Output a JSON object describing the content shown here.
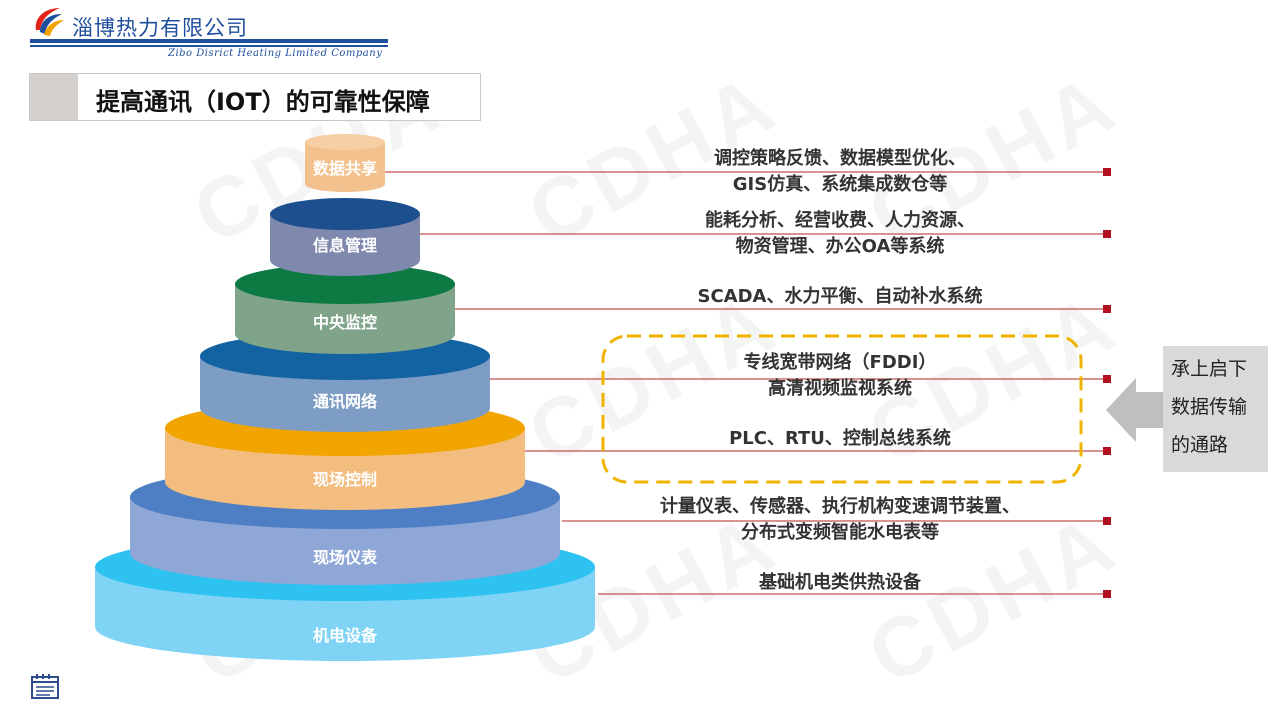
{
  "header": {
    "company_cn": "淄博热力有限公司",
    "company_en": "Zibo Disrict Heating Limited Company"
  },
  "title": "提高通讯（IOT）的可靠性保障",
  "watermark": "CDHA",
  "layers": [
    {
      "label": "数据共享",
      "top": "#f6cfa4",
      "side": "#f2c18e"
    },
    {
      "label": "信息管理",
      "top": "#1d4f8e",
      "side": "#7e89ad"
    },
    {
      "label": "中央监控",
      "top": "#0d7a43",
      "side": "#7fa48a"
    },
    {
      "label": "通讯网络",
      "top": "#1363a3",
      "side": "#7e9dc4"
    },
    {
      "label": "现场控制",
      "top": "#f2a500",
      "side": "#f2bd7e"
    },
    {
      "label": "现场仪表",
      "top": "#4e7fc4",
      "side": "#8fa7d6"
    },
    {
      "label": "机电设备",
      "top": "#2ec2f0",
      "side": "#7fd4f6"
    }
  ],
  "descriptions": [
    {
      "lines": [
        "调控策略反馈、数据模型优化、",
        "GIS仿真、系统集成数仓等"
      ]
    },
    {
      "lines": [
        "能耗分析、经营收费、人力资源、",
        "物资管理、办公OA等系统"
      ]
    },
    {
      "lines": [
        "SCADA、水力平衡、自动补水系统"
      ]
    },
    {
      "lines": [
        "专线宽带网络（FDDI）",
        "高清视频监视系统"
      ]
    },
    {
      "lines": [
        "PLC、RTU、控制总线系统"
      ]
    },
    {
      "lines": [
        "计量仪表、传感器、执行机构变速调节装置、",
        "分布式变频智能水电表等"
      ]
    },
    {
      "lines": [
        "基础机电类供热设备"
      ]
    }
  ],
  "side_note": {
    "lines": [
      "承上启下",
      "数据传输",
      "的通路"
    ]
  },
  "colors": {
    "brand_blue": "#1f4e9c",
    "leader_line": "#c0504d",
    "marker": "#b01020",
    "highlight_dash": "#f0b400",
    "arrow": "#bfbfbf"
  }
}
